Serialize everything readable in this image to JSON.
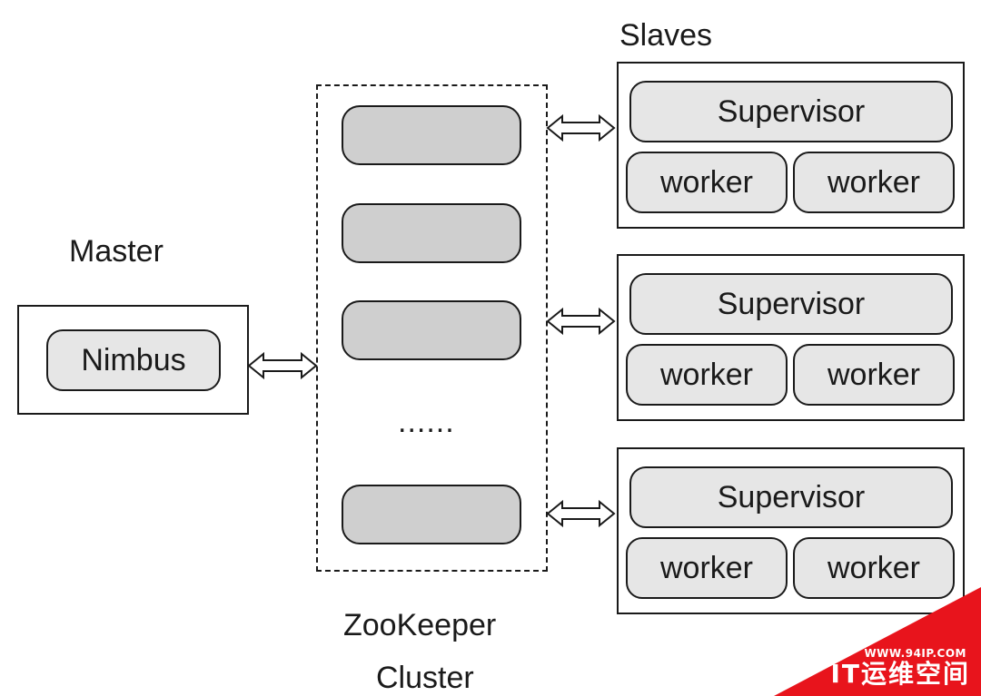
{
  "labels": {
    "slaves": "Slaves",
    "master": "Master",
    "zookeeper_line1": "ZooKeeper",
    "zookeeper_line2": "Cluster",
    "ellipsis": "......"
  },
  "master": {
    "nimbus": "Nimbus"
  },
  "slaves": [
    {
      "supervisor": "Supervisor",
      "workers": [
        "worker",
        "worker"
      ]
    },
    {
      "supervisor": "Supervisor",
      "workers": [
        "worker",
        "worker"
      ]
    },
    {
      "supervisor": "Supervisor",
      "workers": [
        "worker",
        "worker"
      ]
    }
  ],
  "watermark": {
    "url": "WWW.94IP.COM",
    "brand": "IT运维空间"
  },
  "colors": {
    "pill_fill": "#e6e6e6",
    "zk_node_fill": "#cfcfcf",
    "watermark": "#e8141c"
  }
}
